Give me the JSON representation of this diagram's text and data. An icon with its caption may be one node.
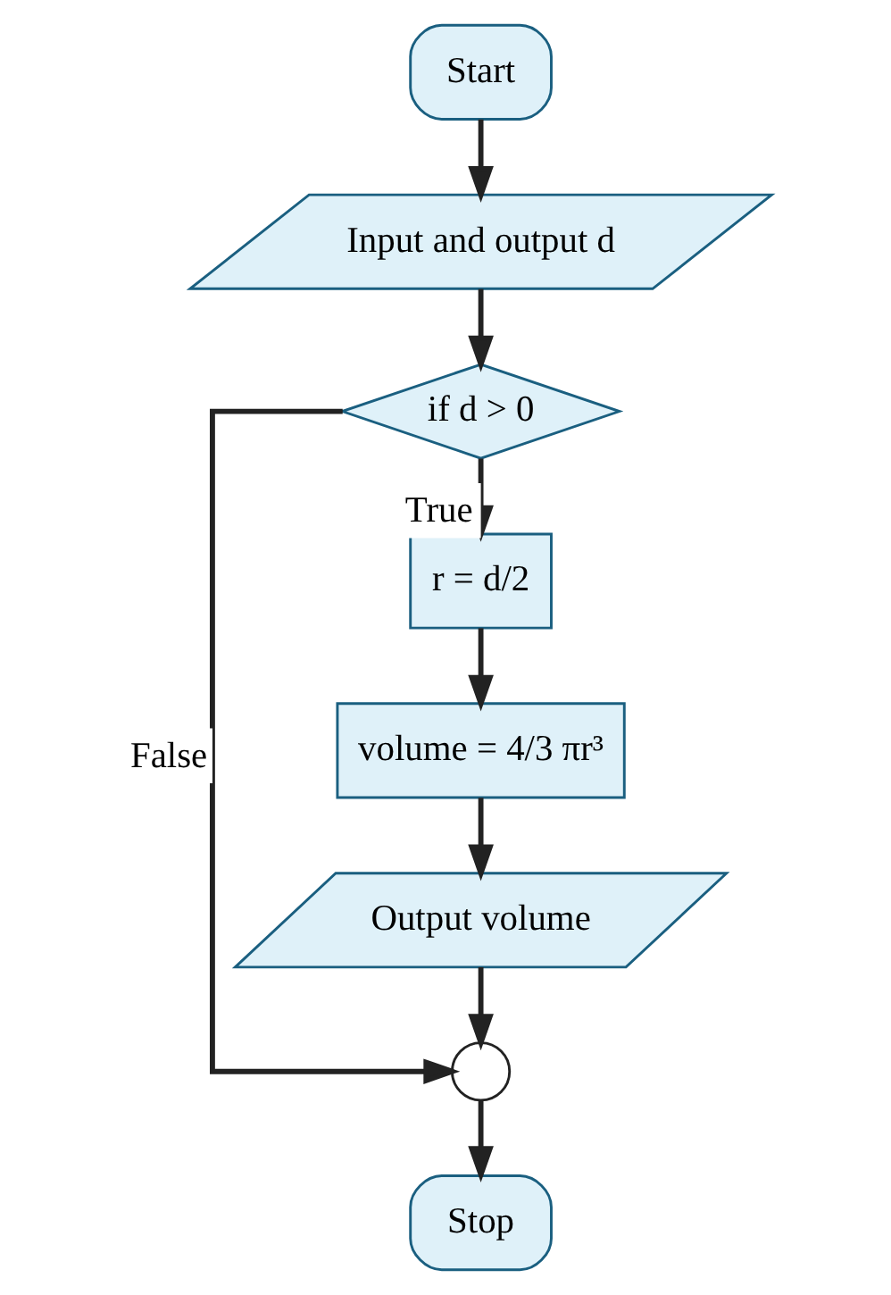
{
  "diagram": {
    "nodes": [
      {
        "text": [
          "Start"
        ]
      },
      {
        "text": [
          "Input and output d"
        ]
      },
      {
        "text": [
          "if d > 0"
        ]
      },
      {
        "text": [
          "r = d/2"
        ]
      },
      {
        "text": [
          "volume = 4/3 πr³"
        ]
      },
      {
        "text": [
          "Output volume"
        ]
      },
      {
        "text": [],
        "shape": "circle"
      },
      {
        "text": [
          "Stop"
        ]
      }
    ],
    "edges": [
      {
        "from": 0,
        "to": 1,
        "arrow": "to"
      },
      {
        "from": 1,
        "to": 2,
        "arrow": "to"
      },
      {
        "from": 2,
        "to": 3,
        "arrow": "to",
        "label": "True"
      },
      {
        "from": 3,
        "to": 4,
        "arrow": "to"
      },
      {
        "from": 4,
        "to": 5,
        "arrow": "to"
      },
      {
        "from": 5,
        "to": 6,
        "arrow": "to"
      },
      {
        "from": 2,
        "to": 6,
        "arrow": "to",
        "label": "False"
      },
      {
        "from": 6,
        "to": 7,
        "arrow": "to"
      }
    ]
  }
}
